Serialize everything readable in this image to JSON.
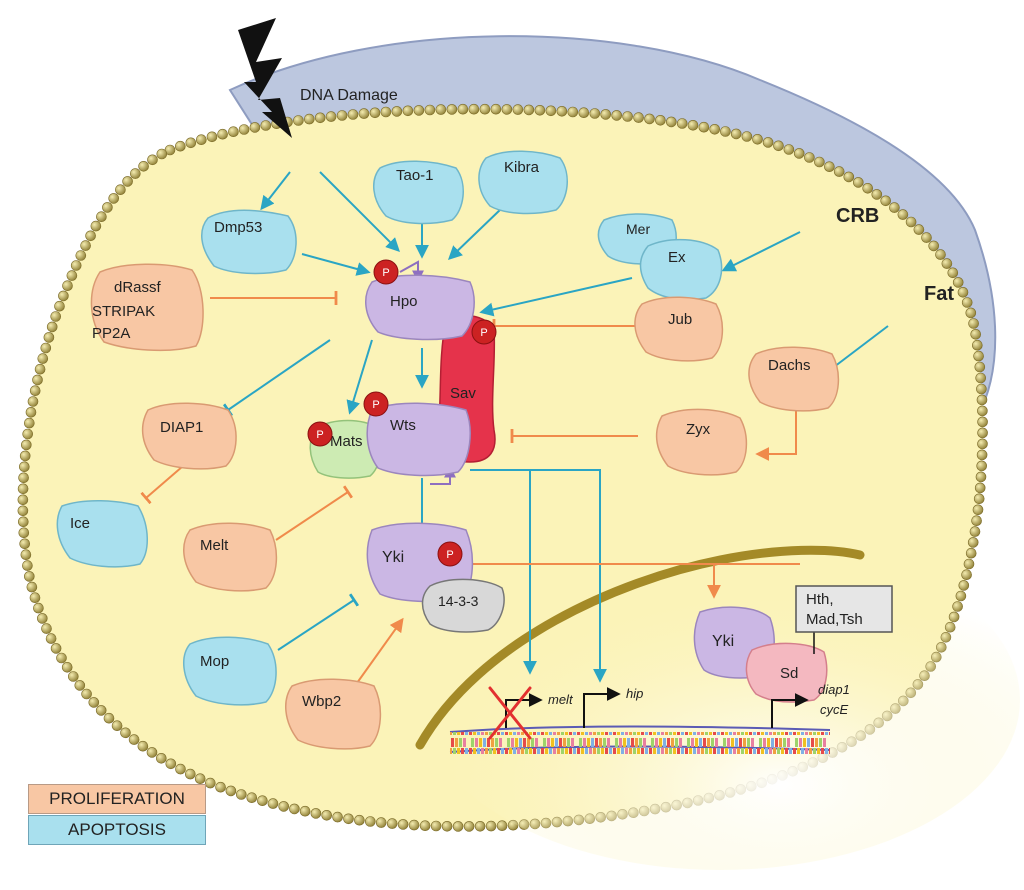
{
  "labels": {
    "dna_damage": "DNA Damage",
    "crb": "CRB",
    "fat": "Fat",
    "dmp53": "Dmp53",
    "tao1": "Tao-1",
    "kibra": "Kibra",
    "mer": "Mer",
    "ex": "Ex",
    "drassf": "dRassf",
    "stripak": "STRIPAK",
    "pp2a": "PP2A",
    "hpo": "Hpo",
    "sav": "Sav",
    "jub": "Jub",
    "dachs": "Dachs",
    "diap1": "DIAP1",
    "mats": "Mats",
    "wts": "Wts",
    "zyx": "Zyx",
    "ice": "Ice",
    "melt": "Melt",
    "yki": "Yki",
    "p1433": "14-3-3",
    "mop": "Mop",
    "wbp2": "Wbp2",
    "yki_nuc": "Yki",
    "sd": "Sd",
    "hth_line1": "Hth,",
    "hth_line2": "Mad,Tsh",
    "gene_melt": "melt",
    "gene_hip": "hip",
    "gene_diap1": "diap1",
    "gene_cyce": "cycE",
    "phospho": "P"
  },
  "legend": {
    "proliferation": "PROLIFERATION",
    "apoptosis": "APOPTOSIS"
  },
  "colors": {
    "apoptosis_fill": "#a9e0ee",
    "proliferation_fill": "#f8c7a4",
    "core_fill": "#cbb7e4",
    "mats_fill": "#cdebb3",
    "sav_fill": "#e5334b",
    "sd_fill": "#f4b8c0",
    "activation_arrow": "#2aa5c4",
    "inhibition_arrow": "#f08a4b",
    "phospho_fill": "#cc2222",
    "cytoplasm": "#fbf3b8",
    "outer_cell": "#bcc7df",
    "membrane_bead": "#c8b86a",
    "nuclear_envelope": "#a48a27"
  }
}
